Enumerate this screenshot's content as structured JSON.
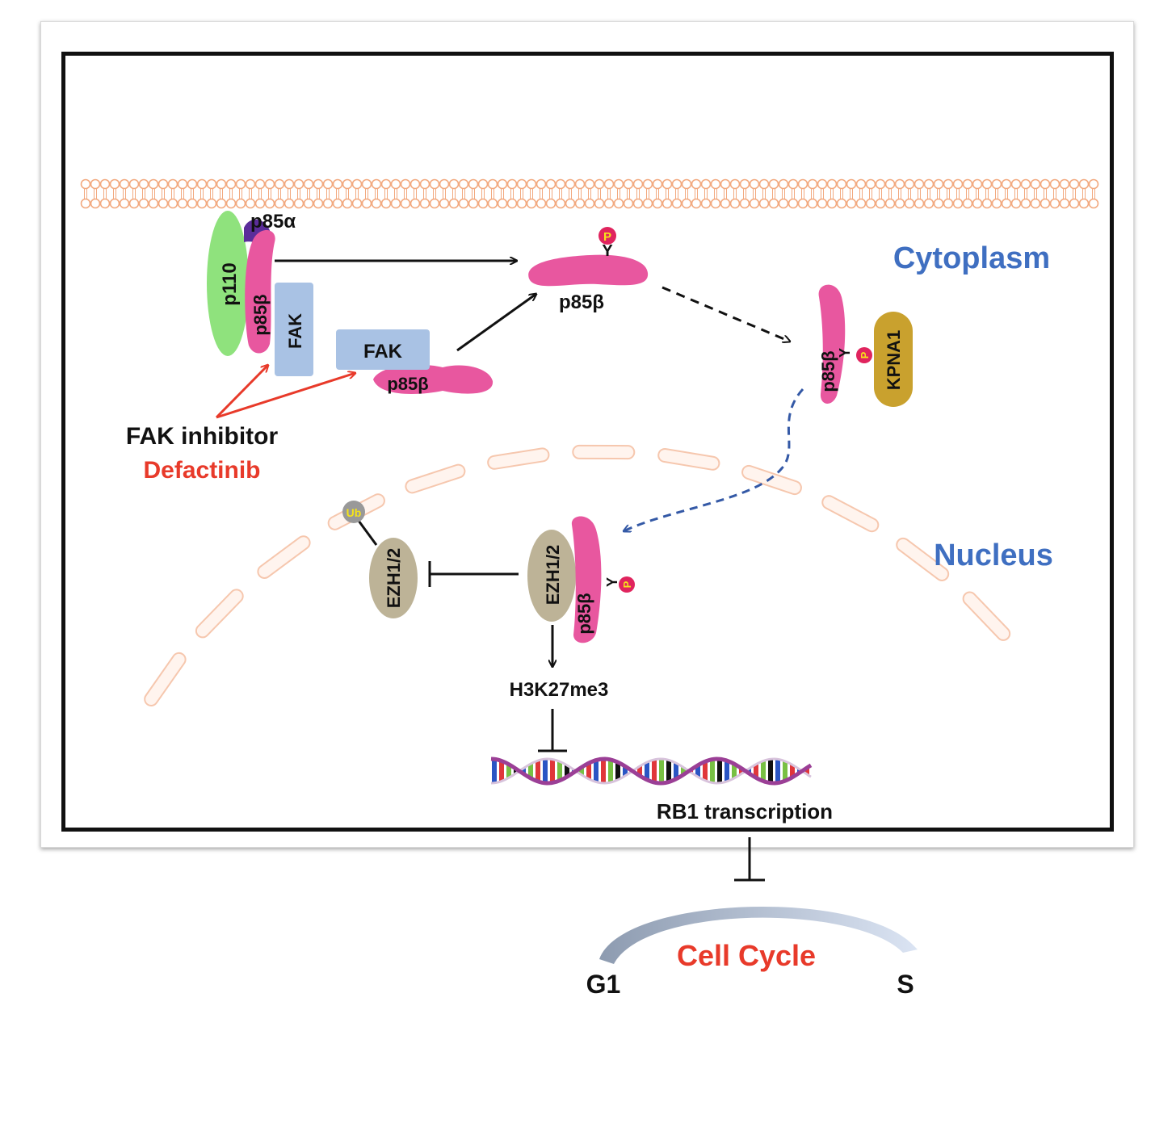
{
  "labels": {
    "p85a": "p85α",
    "p110": "p110",
    "p85b_complex": "p85β",
    "fak_complex": "FAK",
    "fak_free": "FAK",
    "p85b_bound": "p85β",
    "p85b_phos": "p85β",
    "phospho_p": "P",
    "tyrosine_y": "Y",
    "cytoplasm": "Cytoplasm",
    "nucleus": "Nucleus",
    "p85b_import": "p85β",
    "kpna1": "KPNA1",
    "fak_inhibitor": "FAK inhibitor",
    "defactinib": "Defactinib",
    "ub": "Ub",
    "ezh_ub": "EZH1/2",
    "ezh_active": "EZH1/2",
    "p85b_nuclear": "p85β",
    "h3k27me3": "H3K27me3",
    "rb1_transcription": "RB1 transcription",
    "cell_cycle": "Cell Cycle",
    "g1": "G1",
    "s": "S"
  },
  "colors": {
    "membrane": "#f2a97f",
    "p110": "#8fe27d",
    "p85_pink": "#e8579f",
    "p85a_purple": "#5b2d9a",
    "fak_blue": "#a9c2e4",
    "kpna1_gold": "#c9a12e",
    "ezh_tan": "#bdb397",
    "phospho_red": "#e0245e",
    "phospho_yellow": "#f5e31a",
    "inhibit_red": "#e83a2a",
    "compartment_blue": "#3f6fc1",
    "import_arrow_blue": "#3459a6",
    "cell_cycle_red": "#e83a2a",
    "dna_purple": "#9b3f96"
  }
}
